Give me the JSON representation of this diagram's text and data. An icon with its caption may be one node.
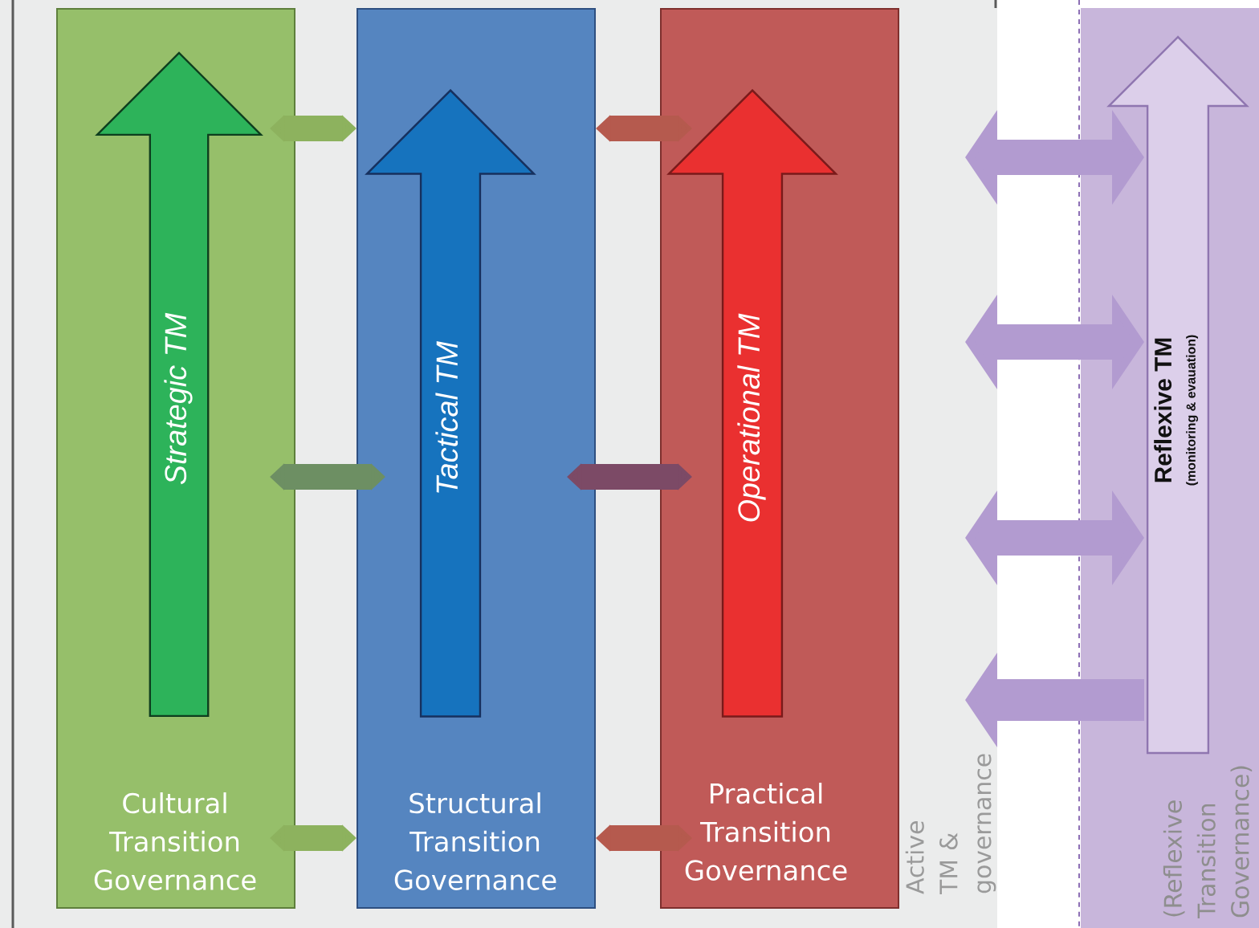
{
  "diagram": {
    "nodes": [
      {
        "text": [
          "Cultural Transition Governance"
        ]
      },
      {
        "text": [
          "Strategic TM"
        ],
        "in": 0
      },
      {
        "text": [
          "Structural Transition Governance"
        ]
      },
      {
        "text": [
          "Tactical TM"
        ],
        "in": 2
      },
      {
        "text": [
          "Practical Transition Governance"
        ]
      },
      {
        "text": [
          "Operational TM"
        ],
        "in": 4
      },
      {
        "text": [
          "Active TM & governance"
        ]
      },
      {
        "text": [
          "(Reflexive Transition Governance)"
        ]
      },
      {
        "text": [
          "Reflexive TM",
          "(monitoring & evauation)"
        ],
        "in": 7
      }
    ],
    "edges": [
      {
        "from": 0,
        "to": 2,
        "arrow": "both",
        "color": "#8db25e"
      },
      {
        "from": 2,
        "to": 4,
        "arrow": "both",
        "color": "#b55a4e"
      },
      {
        "from": 0,
        "to": 2,
        "arrow": "both",
        "color": "#6d8f63"
      },
      {
        "from": 2,
        "to": 4,
        "arrow": "both",
        "color": "#7c4a66"
      },
      {
        "from": 0,
        "to": 2,
        "arrow": "both",
        "color": "#8db25e"
      },
      {
        "from": 2,
        "to": 4,
        "arrow": "both",
        "color": "#b55a4e"
      },
      {
        "from": 6,
        "to": 8,
        "arrow": "both",
        "color": "#b29bd0"
      },
      {
        "from": 6,
        "to": 8,
        "arrow": "both",
        "color": "#b29bd0"
      },
      {
        "from": 6,
        "to": 8,
        "arrow": "both",
        "color": "#b29bd0"
      },
      {
        "from": 8,
        "to": 6,
        "arrow": "to",
        "color": "#b29bd0"
      }
    ]
  }
}
